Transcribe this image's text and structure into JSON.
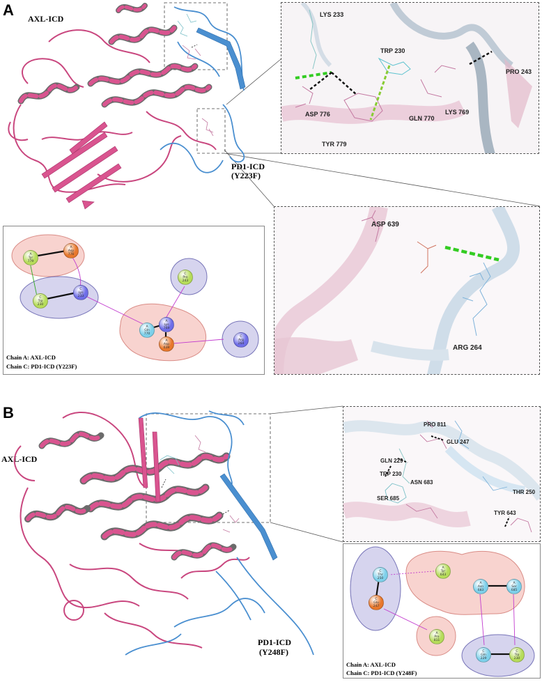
{
  "panel_a": {
    "letter": "A",
    "protein_left": "AXL-ICD",
    "protein_right_line1": "PD1-ICD",
    "protein_right_line2": "(Y223F)",
    "inset_top_residues": [
      "LYS 233",
      "TRP 230",
      "PRO 243",
      "ASP 776",
      "GLN 770",
      "LYS 769",
      "TYR 779"
    ],
    "inset_mid_residues": [
      "ASP 639",
      "ARG 264"
    ],
    "legend_line1": "Chain A: AXL-ICD",
    "legend_line2": "Chain C: PD1-ICD (Y223F)",
    "nodes": [
      {
        "chain": "A",
        "res": "Tyr",
        "num": "779"
      },
      {
        "chain": "A",
        "res": "Asp",
        "num": "776"
      },
      {
        "chain": "C",
        "res": "Trp",
        "num": "230"
      },
      {
        "chain": "C",
        "res": "Lys",
        "num": "233"
      },
      {
        "chain": "C",
        "res": "Pro",
        "num": "243"
      },
      {
        "chain": "A",
        "res": "Gln",
        "num": "770"
      },
      {
        "chain": "A",
        "res": "Lys",
        "num": "769"
      },
      {
        "chain": "A",
        "res": "Asp",
        "num": "639"
      },
      {
        "chain": "C",
        "res": "Arg",
        "num": "264"
      }
    ]
  },
  "panel_b": {
    "letter": "B",
    "protein_left": "AXL-ICD",
    "protein_right_line1": "PD1-ICD",
    "protein_right_line2": "(Y248F)",
    "inset_residues": [
      "PRO 811",
      "GLU 247",
      "GLN 229",
      "TRP 230",
      "ASN 683",
      "SER 685",
      "THR 250",
      "TYR 643"
    ],
    "legend_line1": "Chain A: AXL-ICD",
    "legend_line2": "Chain C: PD1-ICD (Y248F)",
    "nodes": [
      {
        "chain": "C",
        "res": "Thr",
        "num": "250"
      },
      {
        "chain": "C",
        "res": "Glu",
        "num": "247"
      },
      {
        "chain": "A",
        "res": "Tyr",
        "num": "643"
      },
      {
        "chain": "A",
        "res": "Asn",
        "num": "683"
      },
      {
        "chain": "A",
        "res": "Ser",
        "num": "685"
      },
      {
        "chain": "A",
        "res": "Pro",
        "num": "811"
      },
      {
        "chain": "C",
        "res": "Gln",
        "num": "229"
      },
      {
        "chain": "C",
        "res": "Trp",
        "num": "230"
      }
    ]
  },
  "colors": {
    "axl_ribbon": "#d9548f",
    "axl_helix_back": "#6b6b6b",
    "pd1_ribbon": "#4a8fd0",
    "chainA_bubble": "#f8d3cf",
    "chainC_bubble": "#d6d4ee",
    "hbond": "#33cc22",
    "contact": "#111111",
    "arrow": "#c23ccf"
  }
}
